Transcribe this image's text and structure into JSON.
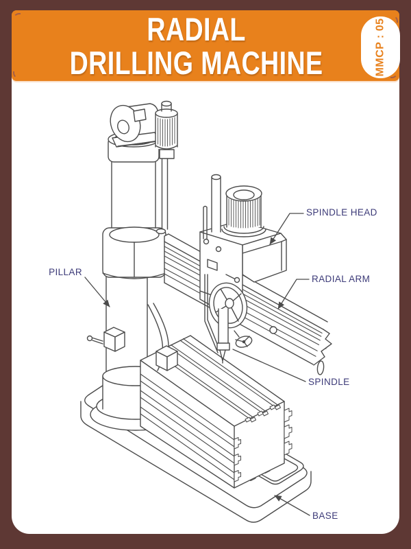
{
  "header": {
    "title_line1": "RADIAL",
    "title_line2": "DRILLING MACHINE",
    "badge_text": "MMCP : 05"
  },
  "diagram": {
    "subject": "Radial Drilling Machine line drawing (isometric)",
    "labels": [
      {
        "id": "pillar",
        "text": "PILLAR"
      },
      {
        "id": "spindle-head",
        "text": "SPINDLE HEAD"
      },
      {
        "id": "radial-arm",
        "text": "RADIAL ARM"
      },
      {
        "id": "spindle",
        "text": "SPINDLE"
      },
      {
        "id": "base",
        "text": "BASE"
      }
    ]
  },
  "colors": {
    "frame": "#5E3834",
    "banner": "#E8811C",
    "panel": "#FFFFFF",
    "badge_bg": "#FFFFFF",
    "badge_text": "#E8811C",
    "label_text": "#3C3A78",
    "drawing_line": "#4B4B4B"
  }
}
